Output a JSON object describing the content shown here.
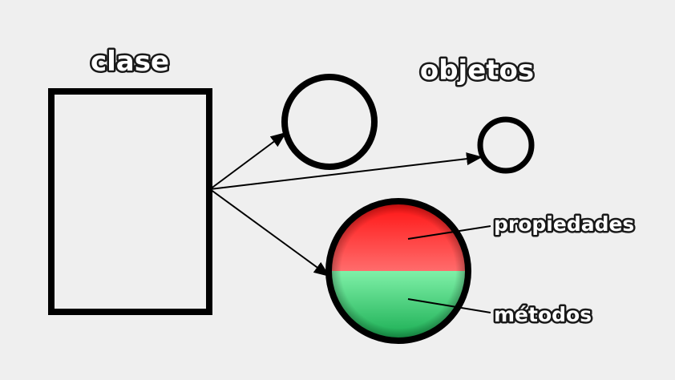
{
  "labels": {
    "class": "clase",
    "objects": "objetos",
    "properties": "propiedades",
    "methods": "métodos"
  },
  "colors": {
    "background": "#efefef",
    "outline": "#000000",
    "properties_fill": "#ff2020",
    "methods_fill": "#2bd66f",
    "label_text": "#ffffff"
  }
}
